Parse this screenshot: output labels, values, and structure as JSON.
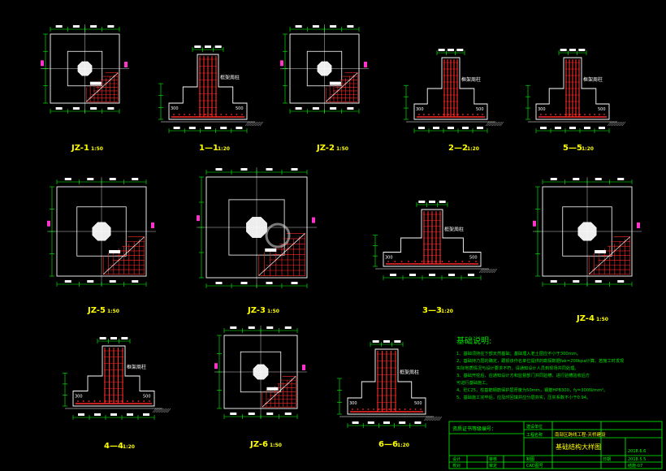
{
  "colors": {
    "background": "#000000",
    "line": "#ffffff",
    "dimension": "#00ff00",
    "rebar": "#ff2a2a",
    "title": "#ffff00",
    "magenta": "#ff33cc",
    "notes": "#00e000",
    "frame": "#00ff00"
  },
  "labels": {
    "column": "框架周柱",
    "dim_300": "300",
    "dim_500": "500"
  },
  "drawings": [
    {
      "id": "jz1",
      "title": "JZ-1",
      "scale": "1:50"
    },
    {
      "id": "s11",
      "title": "1—1",
      "scale": "1:20"
    },
    {
      "id": "jz2",
      "title": "JZ-2",
      "scale": "1:50"
    },
    {
      "id": "s22",
      "title": "2—2",
      "scale": "1:20"
    },
    {
      "id": "s55",
      "title": "5—5",
      "scale": "1:20"
    },
    {
      "id": "jz5",
      "title": "JZ-5",
      "scale": "1:50"
    },
    {
      "id": "jz3",
      "title": "JZ-3",
      "scale": "1:50"
    },
    {
      "id": "s33",
      "title": "3—3",
      "scale": "1:20"
    },
    {
      "id": "jz4",
      "title": "JZ-4",
      "scale": "1:50"
    },
    {
      "id": "s44",
      "title": "4—4",
      "scale": "1:20"
    },
    {
      "id": "jz6",
      "title": "JZ-6",
      "scale": "1:50"
    },
    {
      "id": "s66",
      "title": "6—6",
      "scale": "1:20"
    }
  ],
  "notes": {
    "heading": "基础说明:",
    "lines": [
      "1、基础须持在下部天然基础；基础埋入老土层应不小于300mm。",
      "2、基础持力层的确定，跟视该作名单位提供的勘探数据fak=200kpa计算。若施工时发现",
      "   实际地质情况与设计要求不符，请通知设计人员到现场共同处理。",
      "3、基础开挖后，应通知设计方和监督部门共同验槽，进行验槽验收后方",
      "   可进行基础施工。",
      "4、砼C25，柱基筋钢筋保护层厚度为50mm，钢筋HPB300，fy=300N/mm²。",
      "5、基础施工完毕后，应及时回填并应分层夯实，压实系数不小于0.94。"
    ]
  },
  "title_block": {
    "project": "南部区跨线工程-天桥建设",
    "drawing_name": "基础结构大样图",
    "left_header": "资质证书等级编号：",
    "cells": [
      "建设单位",
      "工程名称",
      "设计",
      "审核",
      "校对",
      "审定",
      "制图",
      "日期",
      "CAD图号"
    ],
    "values": [
      "",
      "",
      "2018.5.5",
      "结施-07",
      "",
      "2018.6.6"
    ]
  }
}
